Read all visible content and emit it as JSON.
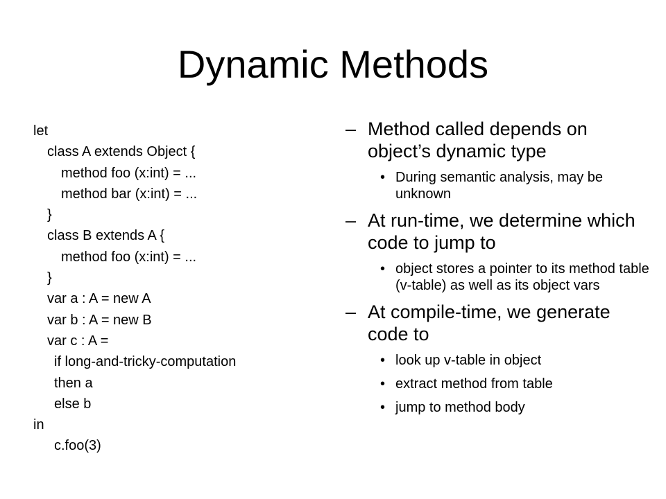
{
  "title": "Dynamic Methods",
  "code_lines": [
    {
      "indent": 0,
      "text": "let"
    },
    {
      "indent": 1,
      "text": "class A extends Object {"
    },
    {
      "indent": 2,
      "text": "method foo (x:int) = ..."
    },
    {
      "indent": 2,
      "text": "method bar (x:int) = ..."
    },
    {
      "indent": 1,
      "text": "}"
    },
    {
      "indent": 1,
      "text": "class B extends A {"
    },
    {
      "indent": 2,
      "text": "method foo (x:int) = ..."
    },
    {
      "indent": 1,
      "text": "}"
    },
    {
      "indent": 1,
      "text": "var a : A = new A"
    },
    {
      "indent": 1,
      "text": "var b : A = new B"
    },
    {
      "indent": 1,
      "text": "var c : A ="
    },
    {
      "indent": 1.5,
      "text": "if long-and-tricky-computation"
    },
    {
      "indent": 1.5,
      "text": "then a"
    },
    {
      "indent": 1.5,
      "text": "else b"
    },
    {
      "indent": 0,
      "text": "in"
    },
    {
      "indent": 1.5,
      "text": "c.foo(3)"
    }
  ],
  "bullets": [
    {
      "marker": "–",
      "text": "Method called depends on object’s dynamic type",
      "subs": [
        {
          "marker": "•",
          "text": "During semantic analysis, may be unknown"
        }
      ]
    },
    {
      "marker": "–",
      "text": "At run-time, we determine which code to jump to",
      "subs": [
        {
          "marker": "•",
          "text": "object stores a pointer to its method table (v-table) as well as its object vars"
        }
      ]
    },
    {
      "marker": "–",
      "text": "At compile-time, we generate code to",
      "subs": [
        {
          "marker": "•",
          "text": "look up v-table in object"
        },
        {
          "marker": "•",
          "text": "extract method from table"
        },
        {
          "marker": "•",
          "text": "jump to method body"
        }
      ]
    }
  ]
}
